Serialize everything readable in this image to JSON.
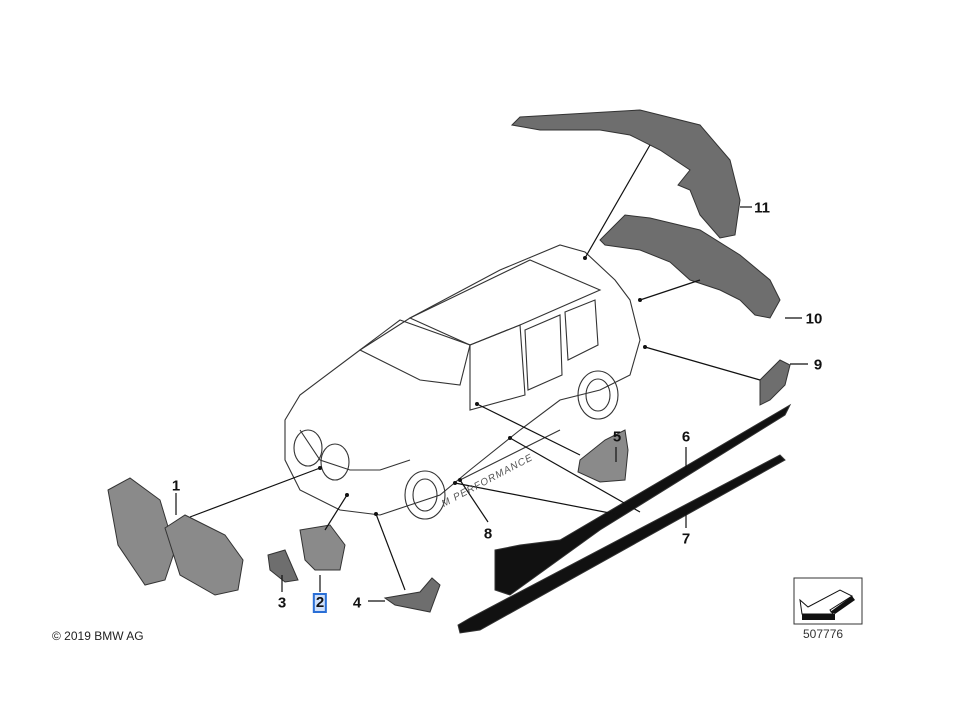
{
  "diagram": {
    "labels": {
      "p1": "1",
      "p2": "2",
      "p3": "3",
      "p4": "4",
      "p5": "5",
      "p6": "6",
      "p7": "7",
      "p8": "8",
      "p9": "9",
      "p10": "10",
      "p11": "11"
    },
    "selected_label": "2",
    "logo_text": "M PERFORMANCE",
    "copyright": "© 2019 BMW AG",
    "diagram_code": "507776"
  },
  "colors": {
    "highlight_border": "#2a6fd6",
    "highlight_fill": "#cfe0fb",
    "part_fill": "#6e6e6e"
  }
}
